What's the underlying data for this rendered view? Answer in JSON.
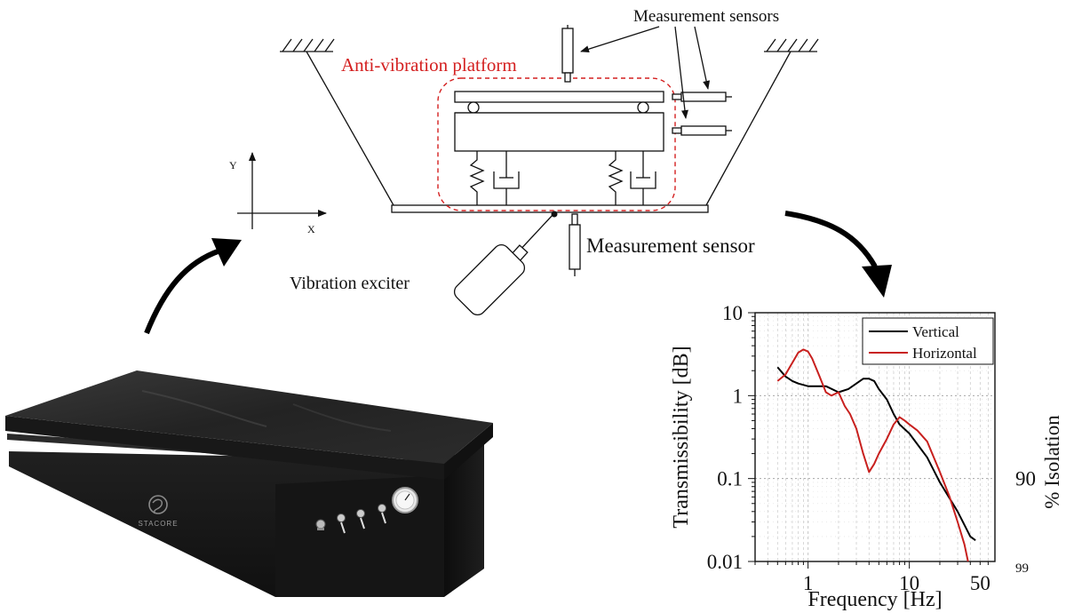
{
  "labels": {
    "measurement_sensors": "Measurement sensors",
    "anti_vibration_platform": "Anti-vibration platform",
    "measurement_sensor": "Measurement sensor",
    "vibration_exciter": "Vibration exciter",
    "axis_y": "Y",
    "axis_x": "X",
    "brand": "STACORE"
  },
  "colors": {
    "platform_outline": "#d42020",
    "vertical": "#000000",
    "horizontal": "#c8201e",
    "device_body": "#1c1c1c"
  },
  "chart_data": {
    "type": "line",
    "xlabel": "Frequency [Hz]",
    "ylabel": "Transmissibility [dB]",
    "right_label": "% Isolation",
    "x_scale": "log",
    "y_scale": "log",
    "xlim": [
      0.3,
      70
    ],
    "ylim": [
      0.01,
      10
    ],
    "x_ticks": [
      {
        "value": 1,
        "label": "1"
      },
      {
        "value": 10,
        "label": "10"
      },
      {
        "value": 50,
        "label": "50"
      }
    ],
    "y_ticks": [
      {
        "value": 10,
        "label": "10"
      },
      {
        "value": 1,
        "label": "1"
      },
      {
        "value": 0.1,
        "label": "0.1"
      },
      {
        "value": 0.01,
        "label": "0.01"
      }
    ],
    "right_ticks": [
      {
        "value": 0.1,
        "label": "90"
      },
      {
        "value": 0.01,
        "label": "99"
      }
    ],
    "grid": true,
    "legend_position": "top-right",
    "series": [
      {
        "name": "Vertical",
        "color": "#000000",
        "x": [
          0.5,
          0.6,
          0.7,
          0.8,
          1.0,
          1.5,
          2.0,
          2.5,
          3.0,
          3.5,
          4.0,
          4.5,
          5.0,
          6.0,
          7.0,
          8.0,
          10,
          15,
          20,
          30,
          40,
          45
        ],
        "y": [
          2.2,
          1.7,
          1.5,
          1.4,
          1.3,
          1.3,
          1.1,
          1.2,
          1.4,
          1.6,
          1.6,
          1.5,
          1.2,
          0.9,
          0.6,
          0.45,
          0.35,
          0.18,
          0.09,
          0.04,
          0.02,
          0.018
        ]
      },
      {
        "name": "Horizontal",
        "color": "#c8201e",
        "x": [
          0.5,
          0.6,
          0.7,
          0.8,
          0.9,
          1.0,
          1.1,
          1.3,
          1.5,
          1.7,
          2.0,
          2.3,
          2.6,
          3.0,
          3.5,
          4.0,
          4.5,
          5.0,
          6.0,
          7.0,
          8.0,
          9.0,
          10,
          12,
          15,
          20,
          25,
          30,
          35,
          38
        ],
        "y": [
          1.5,
          1.8,
          2.5,
          3.3,
          3.6,
          3.4,
          2.8,
          1.7,
          1.1,
          1.0,
          1.1,
          0.75,
          0.6,
          0.4,
          0.2,
          0.12,
          0.15,
          0.2,
          0.3,
          0.45,
          0.55,
          0.5,
          0.45,
          0.38,
          0.28,
          0.12,
          0.06,
          0.03,
          0.016,
          0.01
        ]
      }
    ]
  }
}
